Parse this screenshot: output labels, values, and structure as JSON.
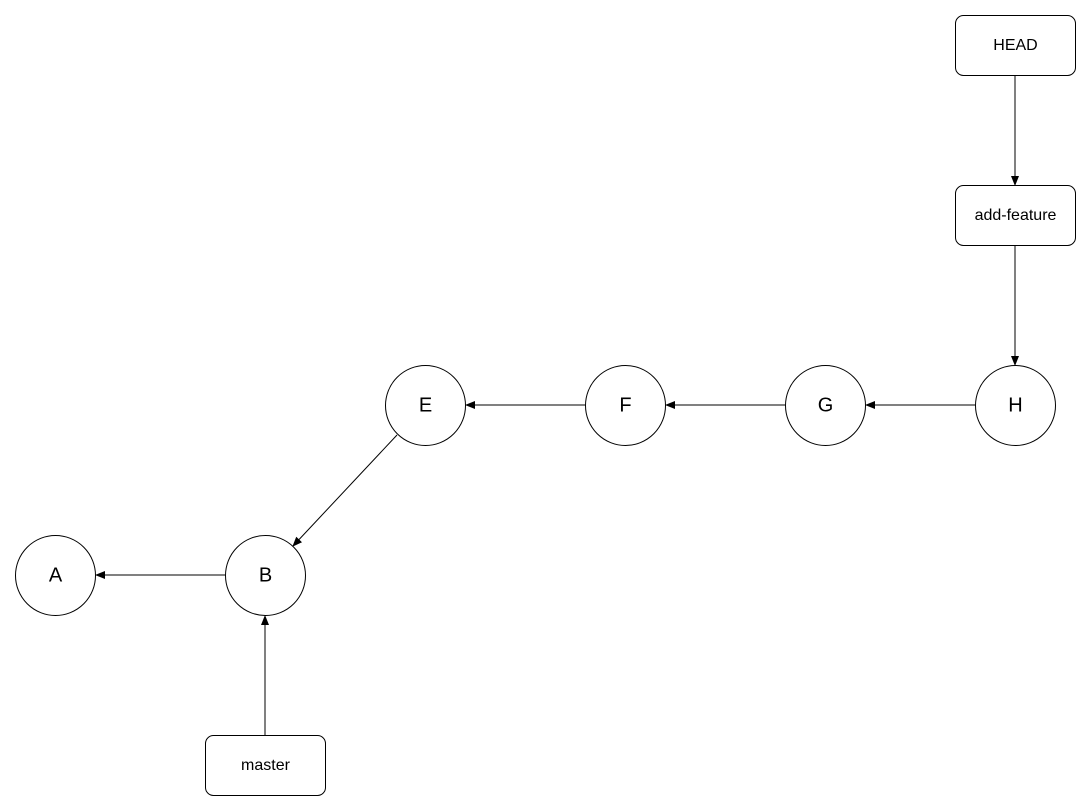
{
  "commits": [
    {
      "id": "A",
      "label": "A"
    },
    {
      "id": "B",
      "label": "B"
    },
    {
      "id": "E",
      "label": "E"
    },
    {
      "id": "F",
      "label": "F"
    },
    {
      "id": "G",
      "label": "G"
    },
    {
      "id": "H",
      "label": "H"
    }
  ],
  "refs": [
    {
      "id": "head",
      "label": "HEAD"
    },
    {
      "id": "add-feature",
      "label": "add-feature"
    },
    {
      "id": "master",
      "label": "master"
    }
  ],
  "edges": [
    {
      "from": "head",
      "to": "add-feature"
    },
    {
      "from": "add-feature",
      "to": "H"
    },
    {
      "from": "H",
      "to": "G"
    },
    {
      "from": "G",
      "to": "F"
    },
    {
      "from": "F",
      "to": "E"
    },
    {
      "from": "E",
      "to": "B"
    },
    {
      "from": "B",
      "to": "A"
    },
    {
      "from": "master",
      "to": "B"
    }
  ]
}
